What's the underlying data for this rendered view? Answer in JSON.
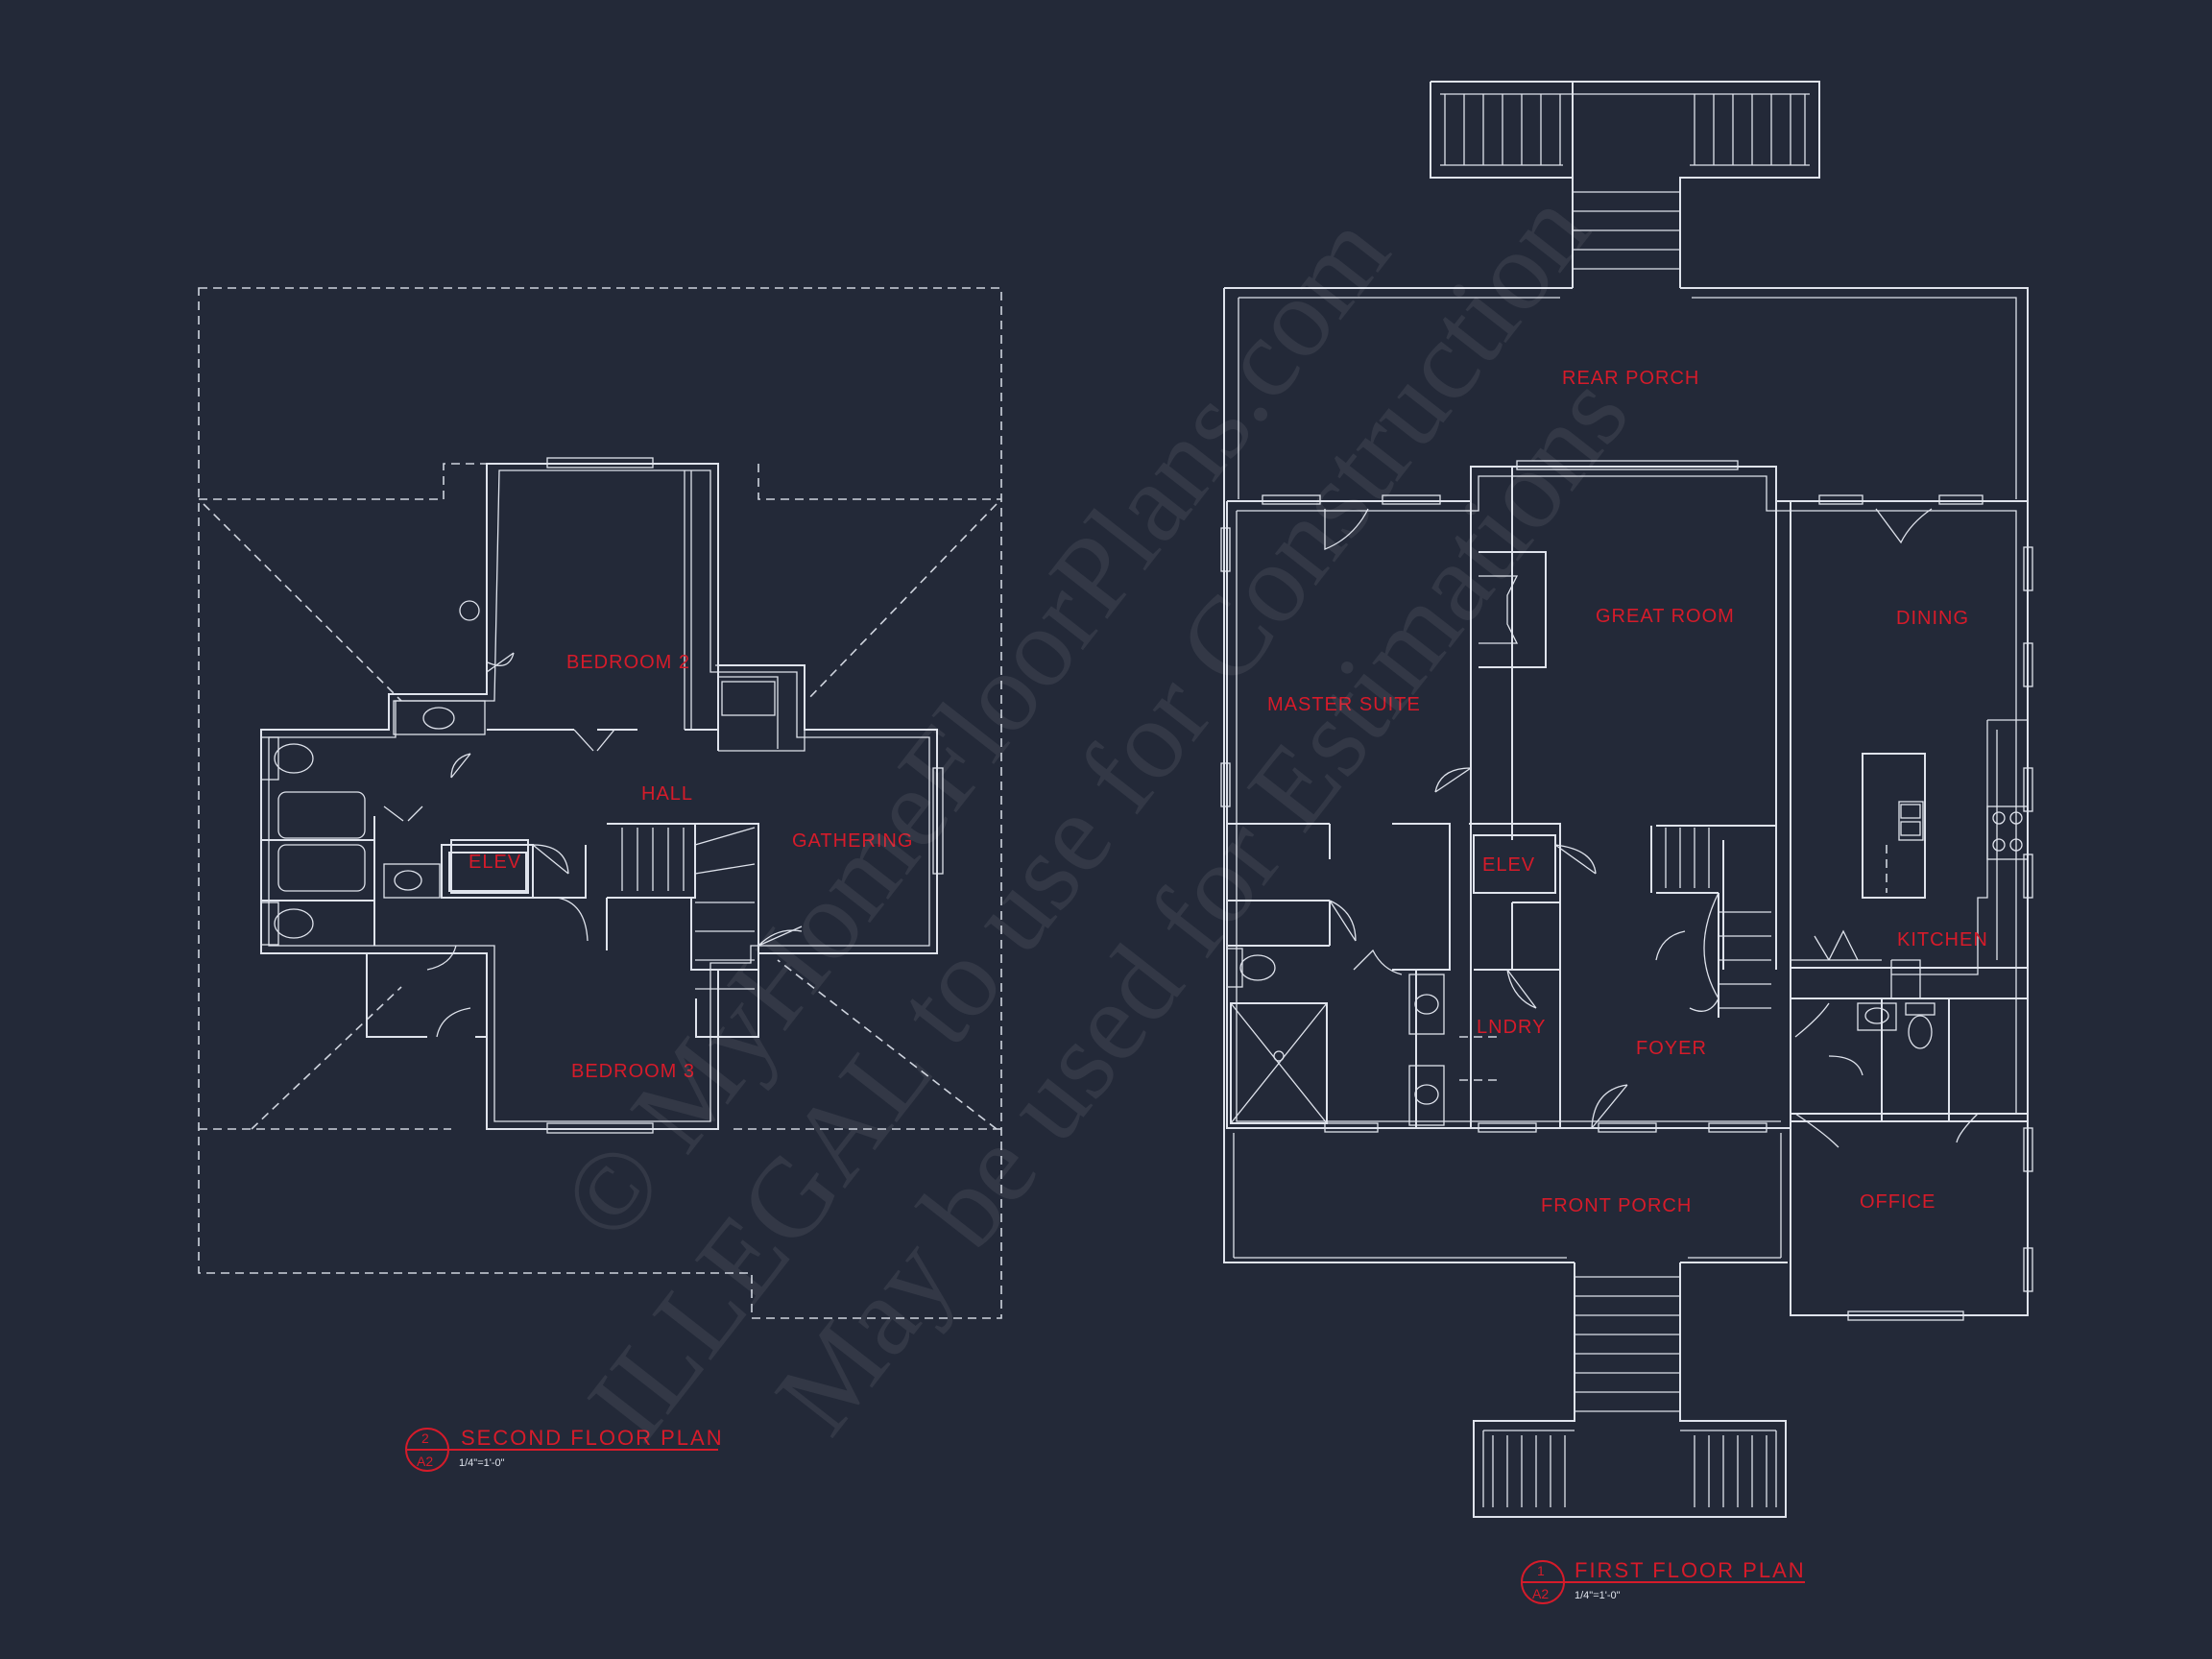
{
  "colors": {
    "background": "#232938",
    "linework": "#dfe3ec",
    "annotation": "#d61b2a"
  },
  "second_floor": {
    "rooms": {
      "bedroom_2": "BEDROOM 2",
      "hall": "HALL",
      "elev": "ELEV",
      "gathering": "GATHERING",
      "bedroom_3": "BEDROOM 3"
    },
    "title": {
      "number": "2",
      "sheet": "A2",
      "name": "SECOND FLOOR PLAN",
      "scale": "1/4\"=1'-0\""
    }
  },
  "first_floor": {
    "rooms": {
      "rear_porch": "REAR PORCH",
      "master_suite": "MASTER SUITE",
      "great_room": "GREAT ROOM",
      "dining": "DINING",
      "elev": "ELEV",
      "kitchen": "KITCHEN",
      "laundry": "LNDRY",
      "foyer": "FOYER",
      "front_porch": "FRONT PORCH",
      "office": "OFFICE"
    },
    "title": {
      "number": "1",
      "sheet": "A2",
      "name": "FIRST FLOOR PLAN",
      "scale": "1/4\"=1'-0\""
    }
  },
  "watermark": {
    "line1": "© MyHomeFloorPlans.com",
    "line2": "ILLEGAL to use for Construction",
    "line3": "May be used for Estimations"
  }
}
